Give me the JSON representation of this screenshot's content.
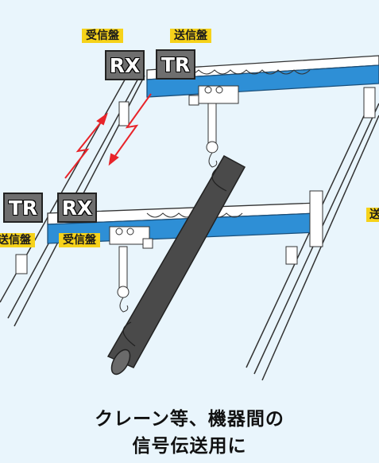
{
  "labels": {
    "rx_top": "受信盤",
    "tx_top": "送信盤",
    "tx_left": "送信盤",
    "rx_left": "受信盤",
    "right_edge": "送"
  },
  "devices": {
    "rx_top": "RX",
    "tr_top": "TR",
    "tr_left": "TR",
    "rx_left": "RX"
  },
  "caption": {
    "line1": "クレーン等、機器間の",
    "line2": "信号伝送用に"
  },
  "colors": {
    "background": "#e9f5fc",
    "beam": "#2e8fd6",
    "label_bg": "#f6d21a",
    "signal": "#e8242a",
    "pipe": "#4a4a4a"
  }
}
